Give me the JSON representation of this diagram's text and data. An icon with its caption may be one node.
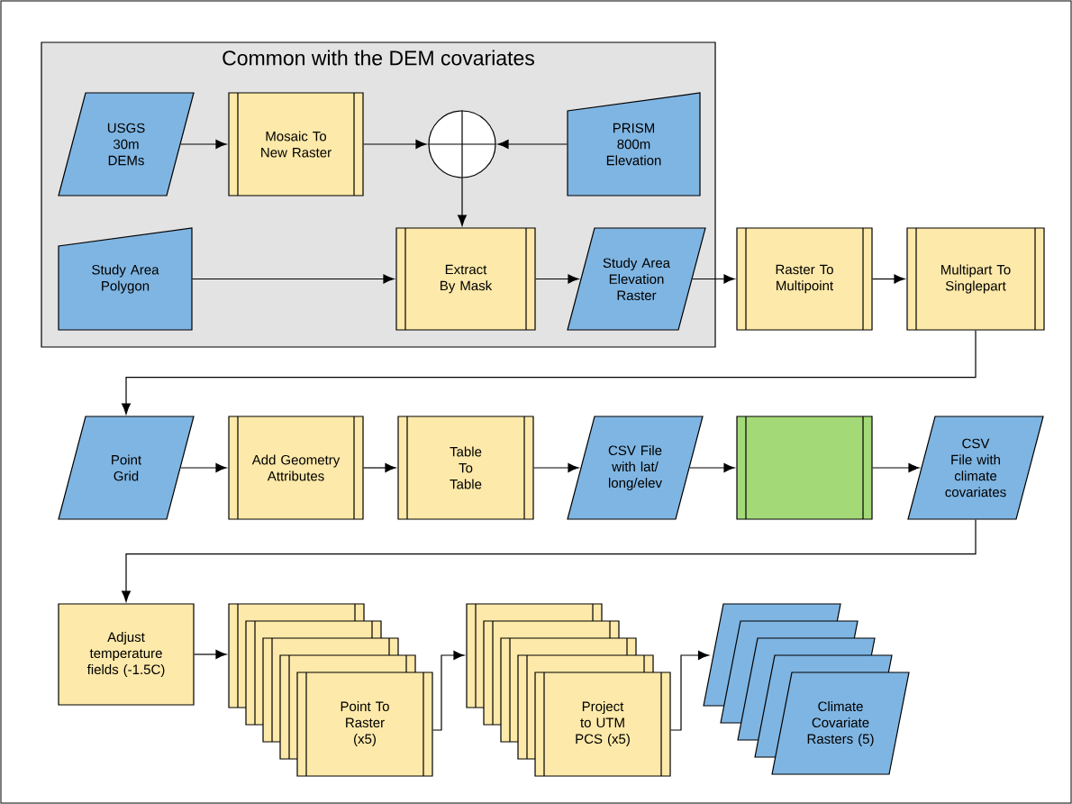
{
  "diagram": {
    "nodes": [
      {
        "text": [
          "Common with the DEM covariates"
        ]
      },
      {
        "text": [
          "USGS 30m DEMs"
        ],
        "in": 0
      },
      {
        "text": [
          "Mosaic To New Raster"
        ],
        "in": 0
      },
      {
        "text": [],
        "shape": "circle",
        "in": 0
      },
      {
        "text": [
          "PRISM 800m Elevation"
        ],
        "in": 0
      },
      {
        "text": [
          "Study Area Polygon"
        ],
        "in": 0
      },
      {
        "text": [
          "Extract By Mask"
        ],
        "in": 0
      },
      {
        "text": [
          "Study Area Elevation Raster"
        ],
        "in": 0
      },
      {
        "text": [
          "Raster To Multipoint"
        ]
      },
      {
        "text": [
          "Multipart To Singlepart"
        ]
      },
      {
        "text": [
          "Point Grid"
        ]
      },
      {
        "text": [
          "Add Geometry Attributes"
        ]
      },
      {
        "text": [
          "Table To Table"
        ]
      },
      {
        "text": [
          "CSV File with lat/ long/elev"
        ]
      },
      {
        "text": [],
        "shape": "box"
      },
      {
        "text": [
          "CSV File with climate covariates"
        ]
      },
      {
        "text": [
          "Adjust temperature fields (-1.5C)"
        ]
      },
      {
        "text": [
          "Point To Raster (x5)"
        ]
      },
      {
        "text": [
          "Project to UTM PCS (x5)"
        ]
      },
      {
        "text": [
          "Climate Covariate Rasters (5)"
        ]
      }
    ],
    "edges": [
      {
        "from": 1,
        "to": 2,
        "arrow": "to"
      },
      {
        "from": 2,
        "to": 3,
        "arrow": "to"
      },
      {
        "from": 3,
        "to": 6,
        "arrow": "to"
      },
      {
        "from": 4,
        "to": 3,
        "arrow": "to"
      },
      {
        "from": 5,
        "to": 6,
        "arrow": "to"
      },
      {
        "from": 6,
        "to": 7,
        "arrow": "to"
      },
      {
        "from": 7,
        "to": 8,
        "arrow": "to"
      },
      {
        "from": 8,
        "to": 9,
        "arrow": "to"
      },
      {
        "from": 9,
        "to": 10,
        "arrow": "to"
      },
      {
        "from": 10,
        "to": 11,
        "arrow": "to"
      },
      {
        "from": 11,
        "to": 12,
        "arrow": "to"
      },
      {
        "from": 12,
        "to": 13,
        "arrow": "to"
      },
      {
        "from": 13,
        "to": 14,
        "arrow": "to"
      },
      {
        "from": 14,
        "to": 15,
        "arrow": "to"
      },
      {
        "from": 15,
        "to": 16,
        "arrow": "to"
      },
      {
        "from": 16,
        "to": 17,
        "arrow": "to"
      },
      {
        "from": 17,
        "to": 18,
        "arrow": "to"
      },
      {
        "from": 18,
        "to": 19,
        "arrow": "to"
      }
    ]
  }
}
